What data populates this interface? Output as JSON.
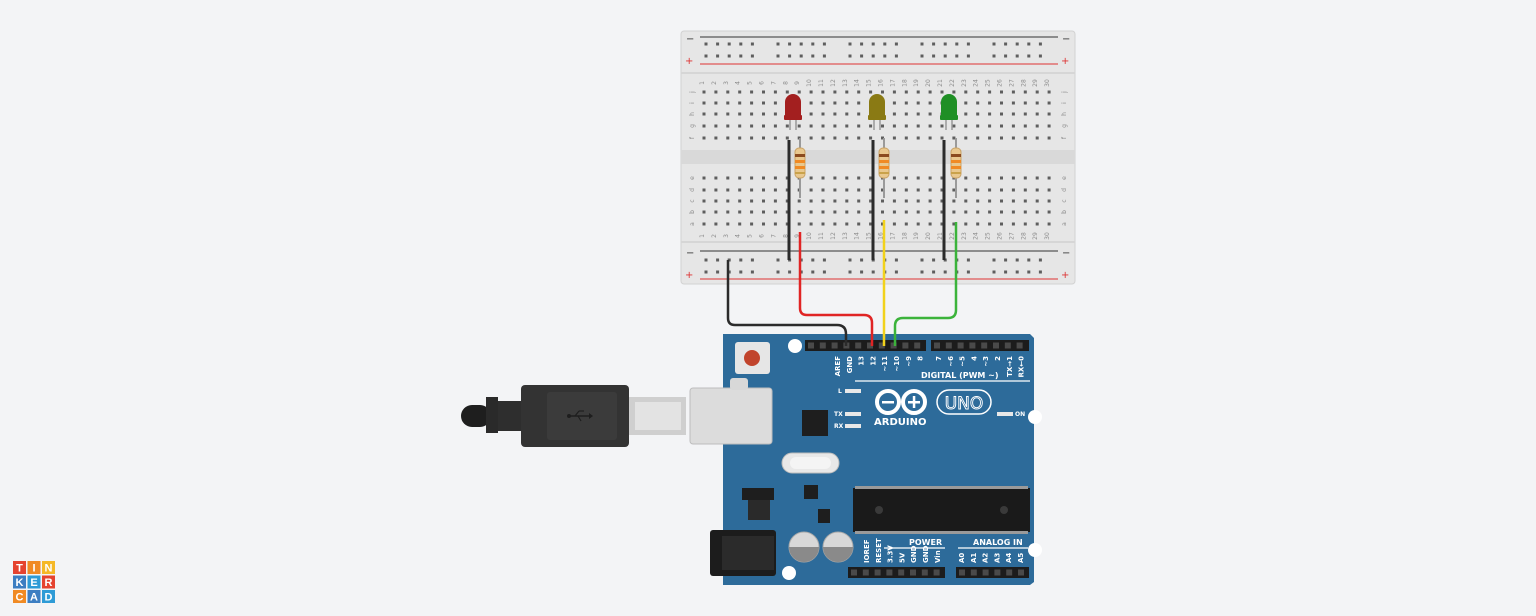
{
  "breadboard": {
    "rail_minus": "−",
    "rail_plus": "+",
    "rows_top": [
      "j",
      "i",
      "h",
      "g",
      "f"
    ],
    "rows_bottom": [
      "e",
      "d",
      "c",
      "b",
      "a"
    ],
    "columns": [
      "1",
      "2",
      "3",
      "4",
      "5",
      "6",
      "7",
      "8",
      "9",
      "10",
      "11",
      "12",
      "13",
      "14",
      "15",
      "16",
      "17",
      "18",
      "19",
      "20",
      "21",
      "22",
      "23",
      "24",
      "25",
      "26",
      "27",
      "28",
      "29",
      "30"
    ]
  },
  "components": {
    "leds": [
      {
        "name": "led-red",
        "color": "#a31f1f"
      },
      {
        "name": "led-yellow",
        "color": "#8a7a14"
      },
      {
        "name": "led-green",
        "color": "#1f8f25"
      }
    ],
    "resistor_count": 3
  },
  "wires": {
    "colors": {
      "gnd": "#2b2b2b",
      "red": "#e02424",
      "yellow": "#f2d21b",
      "green": "#3bb33b"
    }
  },
  "arduino": {
    "board_color": "#2d6b9a",
    "digital_header_label": "DIGITAL (PWM ~)",
    "digital_pins_left": [
      "AREF",
      "GND",
      "13",
      "12",
      "~11",
      "~10",
      "~9",
      "8"
    ],
    "digital_pins_right": [
      "7",
      "~6",
      "~5",
      "4",
      "~3",
      "2",
      "TX→1",
      "RX←0"
    ],
    "led_labels": [
      "L",
      "TX",
      "RX"
    ],
    "on_label": "ON",
    "brand": "ARDUINO",
    "model": "UNO",
    "power_label": "POWER",
    "power_pins": [
      "IOREF",
      "RESET",
      "3.3V",
      "5V",
      "GND",
      "GND",
      "Vin"
    ],
    "analog_label": "ANALOG IN",
    "analog_pins": [
      "A0",
      "A1",
      "A2",
      "A3",
      "A4",
      "A5"
    ]
  },
  "logo": {
    "letters": [
      "T",
      "I",
      "N",
      "K",
      "E",
      "R",
      "C",
      "A",
      "D"
    ],
    "colors": [
      "#e5432f",
      "#f08a24",
      "#f5b826",
      "#3c7ec2",
      "#2e9bd6",
      "#e5432f",
      "#f08a24",
      "#3c7ec2",
      "#2e9bd6"
    ]
  }
}
